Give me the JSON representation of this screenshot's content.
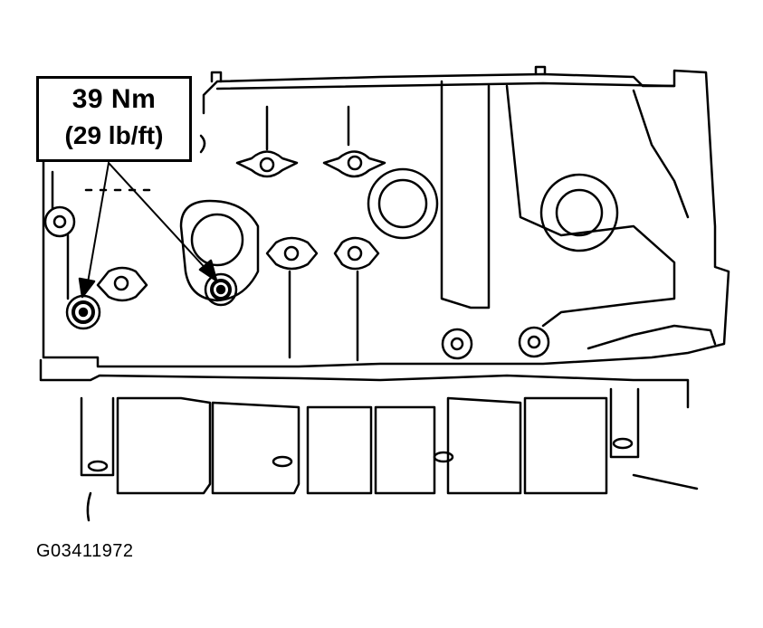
{
  "callout": {
    "torque_metric": "39 Nm",
    "torque_imperial": "(29 lb/ft)"
  },
  "figure": {
    "id": "G03411972"
  },
  "colors": {
    "ink": "#000000",
    "paper": "#ffffff"
  }
}
